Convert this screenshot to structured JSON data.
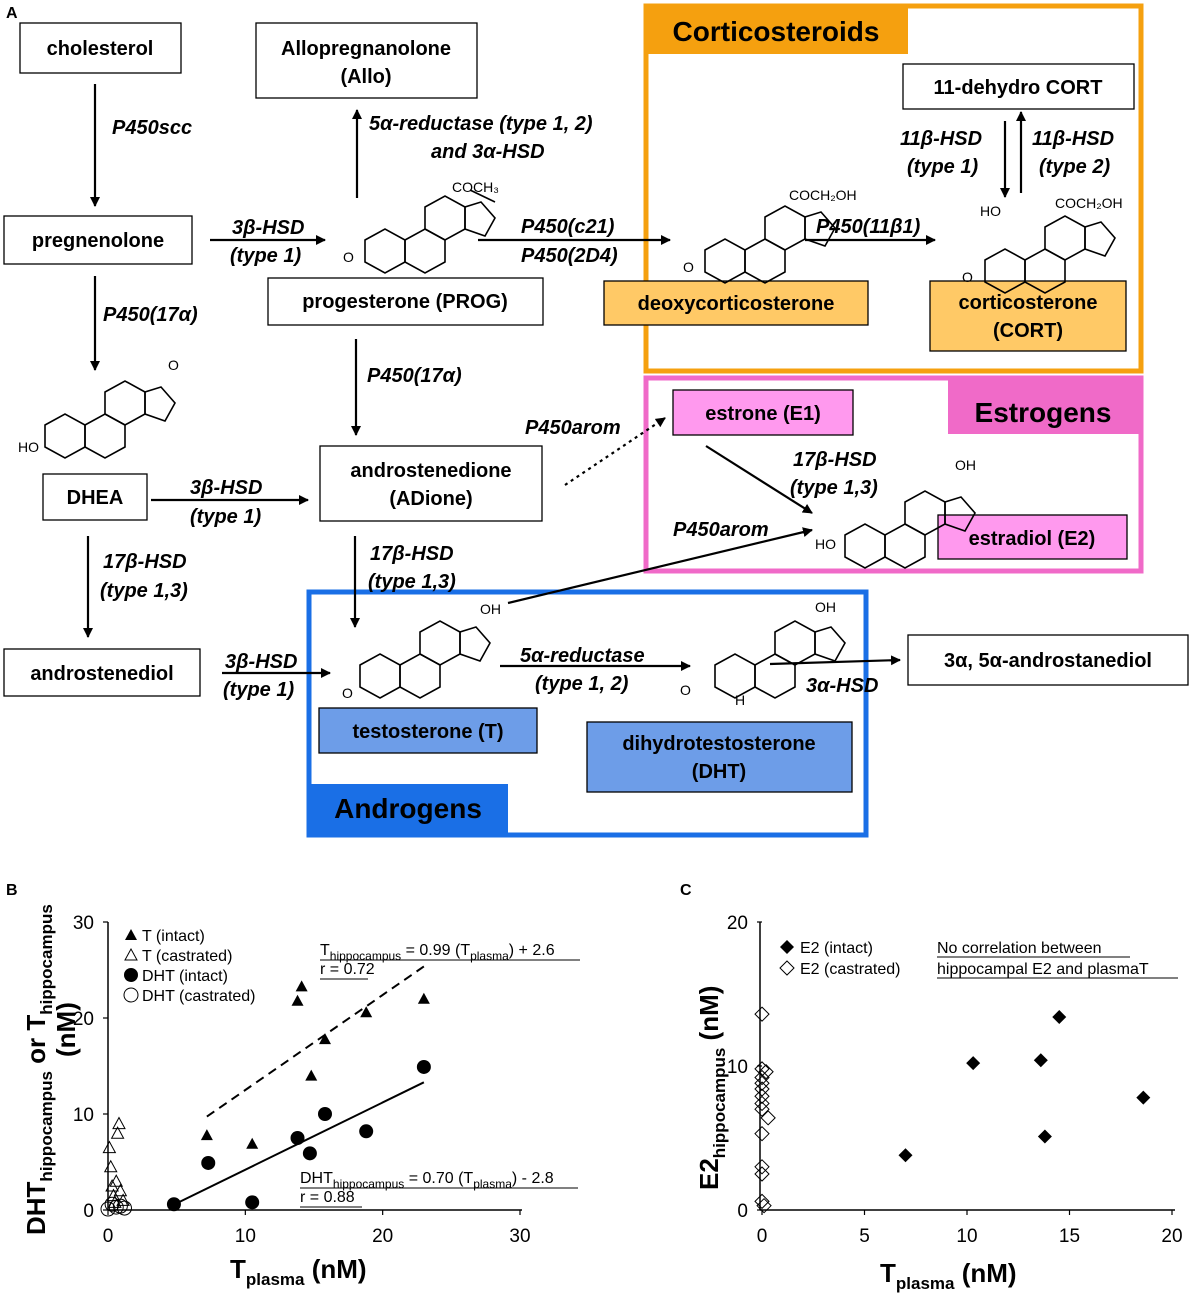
{
  "panels": {
    "a": "A",
    "b": "B",
    "c": "C"
  },
  "groups": {
    "corticosteroids": {
      "label": "Corticosteroids",
      "color": "#f5a00f"
    },
    "estrogens": {
      "label": "Estrogens",
      "color": "#f06ac8"
    },
    "androgens": {
      "label": "Androgens",
      "color": "#1a6fe6"
    }
  },
  "compounds": {
    "cholesterol": "cholesterol",
    "allo_1": "Allopregnanolone",
    "allo_2": "(Allo)",
    "pregnenolone": "pregnenolone",
    "progesterone": "progesterone (PROG)",
    "deoxycorticosterone": "deoxycorticosterone",
    "dehydro_cort": "11-dehydro CORT",
    "cort_1": "corticosterone",
    "cort_2": "(CORT)",
    "dhea": "DHEA",
    "adione_1": "androstenedione",
    "adione_2": "(ADione)",
    "estrone": "estrone (E1)",
    "estradiol": "estradiol (E2)",
    "androstenediol": "androstenediol",
    "testosterone": "testosterone (T)",
    "dht_1": "dihydrotestosterone",
    "dht_2": "(DHT)",
    "androstanediol": "3α, 5α-androstanediol"
  },
  "enzymes": {
    "p450scc": "P450scc",
    "reductase_top_1": "5α-reductase (type 1, 2)",
    "reductase_top_2": "and 3α-HSD",
    "hsd3b_type1_a_1": "3β-HSD",
    "hsd3b_type1_a_2": "(type 1)",
    "p450c21": "P450(c21)",
    "p450_2d4": "P450(2D4)",
    "p450_11b1": "P450(11β1)",
    "hsd11b_t1_1": "11β-HSD",
    "hsd11b_t1_2": "(type 1)",
    "hsd11b_t2_1": "11β-HSD",
    "hsd11b_t2_2": "(type 2)",
    "p450_17a_left": "P450(17α)",
    "p450_17a_mid": "P450(17α)",
    "p450arom_1": "P450arom",
    "hsd17b_right_1": "17β-HSD",
    "hsd17b_right_2": "(type 1,3)",
    "p450arom_2": "P450arom",
    "hsd3b_dhea_1": "3β-HSD",
    "hsd3b_dhea_2": "(type 1)",
    "hsd17b_left_1": "17β-HSD",
    "hsd17b_left_2": "(type 1,3)",
    "hsd17b_mid_1": "17β-HSD",
    "hsd17b_mid_2": "(type 1,3)",
    "hsd3b_bottom_1": "3β-HSD",
    "hsd3b_bottom_2": "(type 1)",
    "reductase_bottom_1": "5α-reductase",
    "reductase_bottom_2": "(type 1, 2)",
    "hsd3a": "3α-HSD"
  },
  "structure_labels": {
    "coch3": "COCH₃",
    "coch2oh_1": "COCH₂OH",
    "coch2oh_2": "COCH₂OH",
    "ho_cort": "HO",
    "o": "O",
    "ho": "HO",
    "oh": "OH",
    "h": "H"
  },
  "chart_data": [
    {
      "panel": "B",
      "type": "scatter",
      "xlabel": "T_plasma (nM)",
      "ylabel": "DHT_hippocampus or T_hippocampus (nM)",
      "xlim": [
        0,
        30
      ],
      "ylim": [
        0,
        30
      ],
      "xticks": [
        0,
        10,
        20,
        30
      ],
      "yticks": [
        0,
        10,
        20,
        30
      ],
      "legend_position": "top-left",
      "series": [
        {
          "name": "T (intact)",
          "marker": "filled-triangle",
          "points": [
            [
              7.2,
              7.8
            ],
            [
              10.5,
              6.9
            ],
            [
              13.8,
              21.8
            ],
            [
              14.1,
              23.3
            ],
            [
              14.8,
              14.0
            ],
            [
              15.8,
              17.8
            ],
            [
              18.8,
              20.6
            ],
            [
              23.0,
              22.0
            ]
          ]
        },
        {
          "name": "T (castrated)",
          "marker": "open-triangle",
          "points": [
            [
              0.1,
              6.5
            ],
            [
              0.2,
              4.5
            ],
            [
              0.3,
              2.5
            ],
            [
              0.4,
              1.5
            ],
            [
              0.5,
              0.8
            ],
            [
              0.6,
              3.0
            ],
            [
              0.7,
              8.0
            ],
            [
              0.8,
              9.0
            ],
            [
              0.9,
              2.0
            ],
            [
              1.1,
              1.0
            ]
          ]
        },
        {
          "name": "DHT (intact)",
          "marker": "filled-circle",
          "points": [
            [
              4.8,
              0.6
            ],
            [
              7.3,
              4.9
            ],
            [
              10.5,
              0.8
            ],
            [
              13.8,
              7.5
            ],
            [
              14.7,
              5.9
            ],
            [
              15.8,
              10.0
            ],
            [
              18.8,
              8.2
            ],
            [
              23.0,
              14.9
            ]
          ]
        },
        {
          "name": "DHT (castrated)",
          "marker": "open-circle",
          "points": [
            [
              0.0,
              0.1
            ],
            [
              0.3,
              0.6
            ],
            [
              0.6,
              0.3
            ],
            [
              0.9,
              0.4
            ],
            [
              1.2,
              0.2
            ]
          ]
        }
      ],
      "fits": [
        {
          "label_main": "T",
          "label_sub": "hippocampus",
          "label_eq": " = 0.99 (T",
          "label_sub2": "plasma",
          "label_end": ") + 2.6",
          "r": "r = 0.72",
          "slope": 0.99,
          "intercept": 2.6,
          "x_range": [
            7.2,
            23.0
          ],
          "style": "dashed"
        },
        {
          "label_main": "DHT",
          "label_sub": "hippocampus",
          "label_eq": " = 0.70 (T",
          "label_sub2": "plasma",
          "label_end": ") - 2.8",
          "r": "r = 0.88",
          "slope": 0.7,
          "intercept": -2.8,
          "x_range": [
            4.8,
            23.0
          ],
          "style": "solid"
        }
      ]
    },
    {
      "panel": "C",
      "type": "scatter",
      "xlabel": "T_plasma (nM)",
      "ylabel": "E2_hippocampus (nM)",
      "xlim": [
        0,
        20
      ],
      "ylim": [
        0,
        20
      ],
      "xticks": [
        0,
        5,
        10,
        15,
        20
      ],
      "yticks": [
        0,
        10,
        20
      ],
      "legend_position": "top-left",
      "annotation": [
        "No correlation between",
        "hippocampal E2 and plasmaT"
      ],
      "series": [
        {
          "name": "E2 (intact)",
          "marker": "filled-diamond",
          "points": [
            [
              7.0,
              3.8
            ],
            [
              10.3,
              10.2
            ],
            [
              13.6,
              10.4
            ],
            [
              13.8,
              5.1
            ],
            [
              14.5,
              13.4
            ],
            [
              18.6,
              7.8
            ]
          ]
        },
        {
          "name": "E2 (castrated)",
          "marker": "open-diamond",
          "points": [
            [
              0.0,
              13.6
            ],
            [
              0.0,
              9.8
            ],
            [
              0.0,
              9.2
            ],
            [
              0.0,
              8.8
            ],
            [
              0.0,
              8.4
            ],
            [
              0.0,
              7.9
            ],
            [
              0.0,
              7.4
            ],
            [
              0.0,
              7.0
            ],
            [
              0.0,
              5.3
            ],
            [
              0.0,
              3.0
            ],
            [
              0.0,
              2.5
            ],
            [
              0.0,
              0.6
            ],
            [
              0.1,
              0.3
            ],
            [
              0.3,
              6.4
            ],
            [
              0.2,
              9.6
            ]
          ]
        }
      ]
    }
  ]
}
